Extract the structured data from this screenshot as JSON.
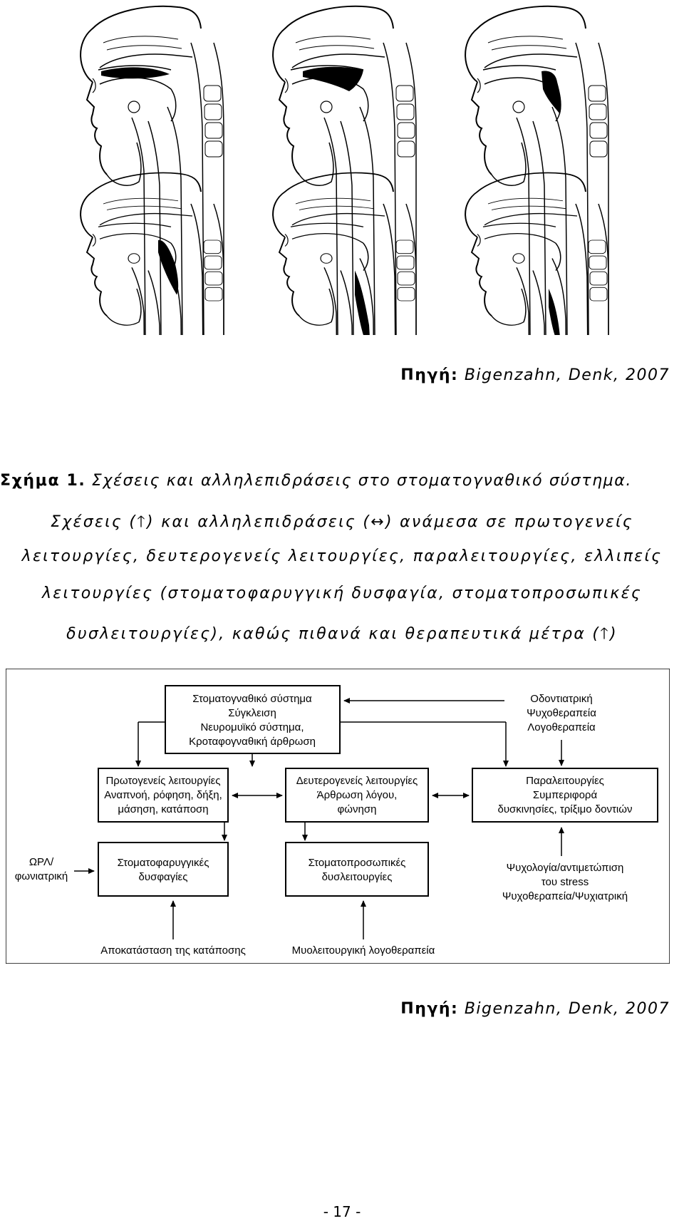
{
  "source_label": "Πηγή:",
  "source_text": "Bigenzahn, Denk, 2007",
  "caption": {
    "label": "Σχήμα 1.",
    "title": "Σχέσεις και αλληλεπιδράσεις στο στοματογναθικό σύστημα.",
    "line1_a": "Σχέσεις (",
    "line1_b": ") και αλληλεπιδράσεις (",
    "line1_c": ") ανάμεσα σε πρωτογενείς",
    "line2": "λειτουργίες, δευτερογενείς λειτουργίες, παραλειτουργίες, ελλιπείς",
    "line3": "λειτουργίες (στοματοφαρυγγική δυσφαγία, στοματοπροσωπικές",
    "line4_a": "δυσλειτουργίες), καθώς πιθανά και θεραπευτικά μέτρα (",
    "line4_b": ")",
    "up_arrow": "🡑",
    "both_arrow": "↔"
  },
  "diagram": {
    "top_box": [
      "Στοματογναθικό σύστημα",
      "Σύγκλειση",
      "Νευρομυϊκό σύστημα,",
      "Κροταφογναθική άρθρωση"
    ],
    "top_right": [
      "Οδοντιατρική",
      "Ψυχοθεραπεία",
      "Λογοθεραπεία"
    ],
    "primary": [
      "Πρωτογενείς λειτουργίες",
      "Αναπνοή, ρόφηση, δήξη,",
      "μάσηση, κατάποση"
    ],
    "secondary": [
      "Δευτερογενείς λειτουργίες",
      "Άρθρωση λόγου,",
      "φώνηση"
    ],
    "para": [
      "Παραλειτουργίες",
      "Συμπεριφορά",
      "δυσκινησίες, τρίξιμο δοντιών"
    ],
    "left_label": [
      "ΩΡΛ/",
      "φωνιατρική"
    ],
    "dysphagia": [
      "Στοματοφαρυγγικές",
      "δυσφαγίες"
    ],
    "dysfunction": [
      "Στοματοπροσωπικές",
      "δυσλειτουργίες"
    ],
    "psych": [
      "Ψυχολογία/αντιμετώπιση",
      "του stress",
      "Ψυχοθεραπεία/Ψυχιατρική"
    ],
    "bottom_left": "Αποκατάσταση της κατάποσης",
    "bottom_mid": "Μυολειτουργική λογοθεραπεία"
  },
  "page_number": "- 17 -"
}
